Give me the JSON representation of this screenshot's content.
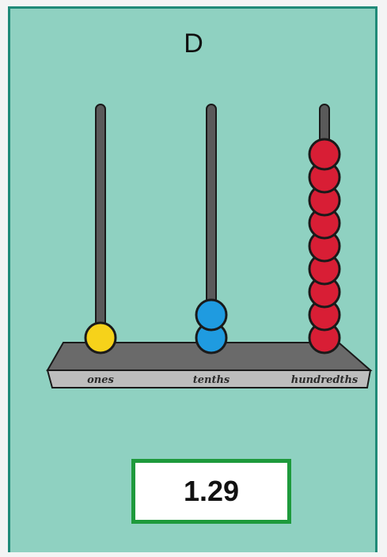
{
  "card": {
    "label": "D"
  },
  "abacus": {
    "rods": [
      {
        "label": "ones",
        "beads": 1,
        "bead_color": "#f6d21a"
      },
      {
        "label": "tenths",
        "beads": 2,
        "bead_color": "#1f9be0"
      },
      {
        "label": "hundredths",
        "beads": 9,
        "bead_color": "#d81e35"
      }
    ],
    "rod_color": "#5a5a5a",
    "base_color": "#5b5b5b"
  },
  "answer": {
    "value": "1.29",
    "border_color": "#1e9a3c"
  }
}
